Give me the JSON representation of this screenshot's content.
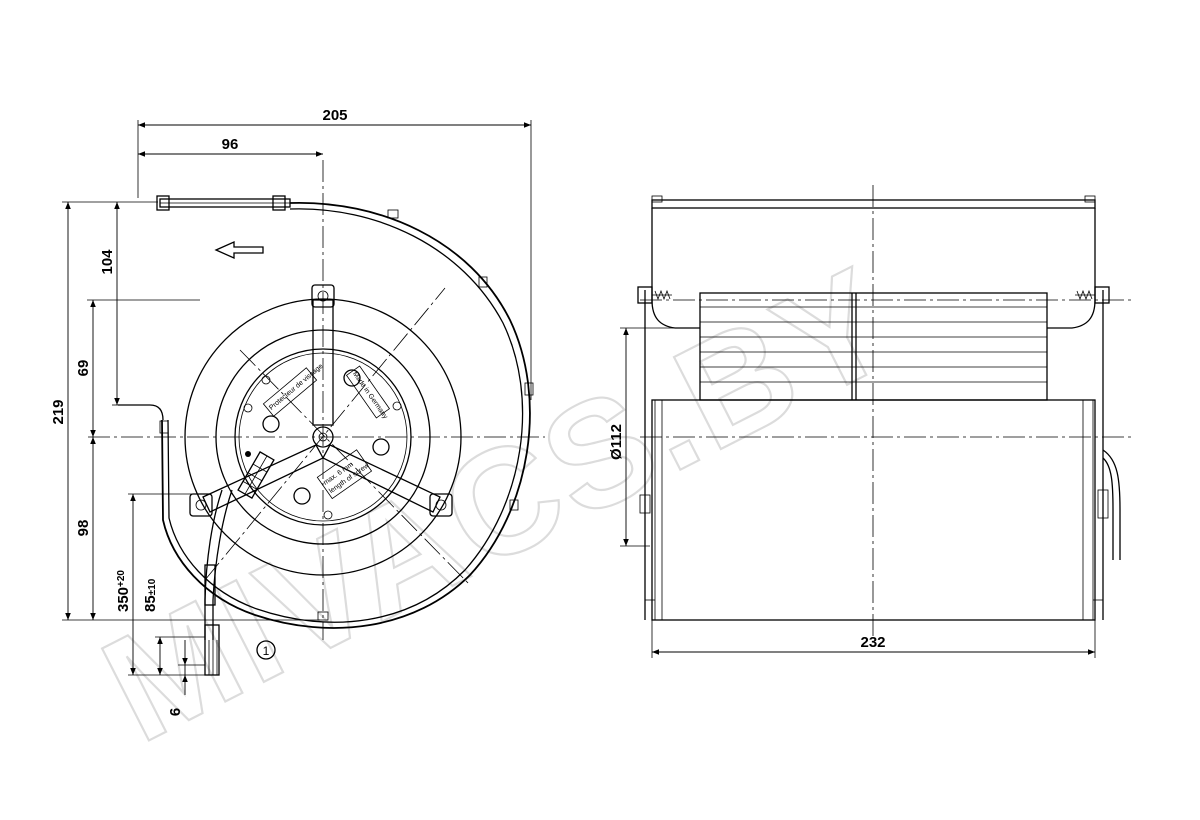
{
  "dimensions": {
    "width_205": "205",
    "width_96": "96",
    "height_219": "219",
    "height_104": "104",
    "height_69": "69",
    "height_98": "98",
    "cable_350": "350",
    "cable_350_tol": "+20",
    "cable_85": "85",
    "cable_85_tol": "±10",
    "strip_6": "6",
    "diameter_112": "Ø112",
    "length_232": "232"
  },
  "callouts": {
    "item_1": "1"
  },
  "label_text": {
    "plate_1": "Protecteur de vissage",
    "plate_2": "Made in Germany",
    "plate_3": "max. 6 mm",
    "plate_4": "length of screw"
  },
  "watermark": "MIVACS.BY"
}
